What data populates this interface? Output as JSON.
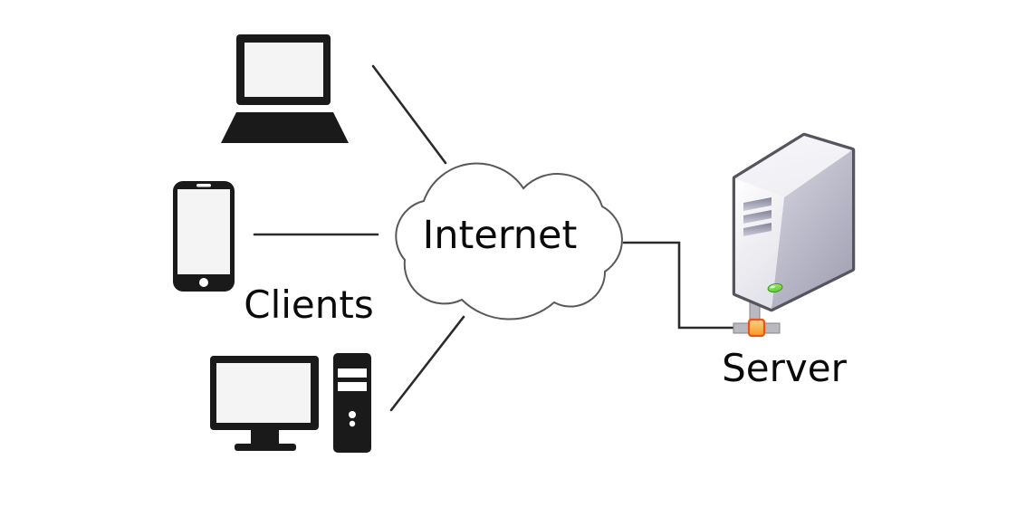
{
  "diagram": {
    "type": "network-topology",
    "labels": {
      "clients": "Clients",
      "internet": "Internet",
      "server": "Server"
    },
    "nodes": [
      {
        "id": "laptop",
        "role": "client-device",
        "icon": "laptop-icon"
      },
      {
        "id": "smartphone",
        "role": "client-device",
        "icon": "smartphone-icon"
      },
      {
        "id": "desktop",
        "role": "client-device",
        "icon": "desktop-computer-icon"
      },
      {
        "id": "internet",
        "role": "network-cloud",
        "icon": "cloud-icon",
        "label": "Internet"
      },
      {
        "id": "server",
        "role": "server",
        "icon": "server-tower-icon",
        "label": "Server"
      }
    ],
    "edges": [
      {
        "from": "laptop",
        "to": "internet"
      },
      {
        "from": "smartphone",
        "to": "internet"
      },
      {
        "from": "desktop",
        "to": "internet"
      },
      {
        "from": "internet",
        "to": "server"
      }
    ],
    "colors": {
      "device_fill": "#1a1a1a",
      "screen_fill": "#f4f4f4",
      "line": "#2b2b2b",
      "cloud_stroke": "#595959",
      "cloud_fill": "#ffffff",
      "server_outline": "#56555f",
      "server_side_light": "#d6d5e1",
      "server_side_dark": "#a5a4b6",
      "server_top": "#efeff4",
      "server_front_light": "#fefefe",
      "server_front_dark": "#e3e3ea",
      "vent_dark": "#83839a",
      "vent_light": "#cbcbd8",
      "led_green": "#5fce33",
      "led_rim": "#39961d",
      "connector_orange_light": "#fdd08a",
      "connector_orange": "#f79822",
      "connector_orange_border": "#e8541e",
      "connector_gray": "#b9b9bf"
    }
  }
}
